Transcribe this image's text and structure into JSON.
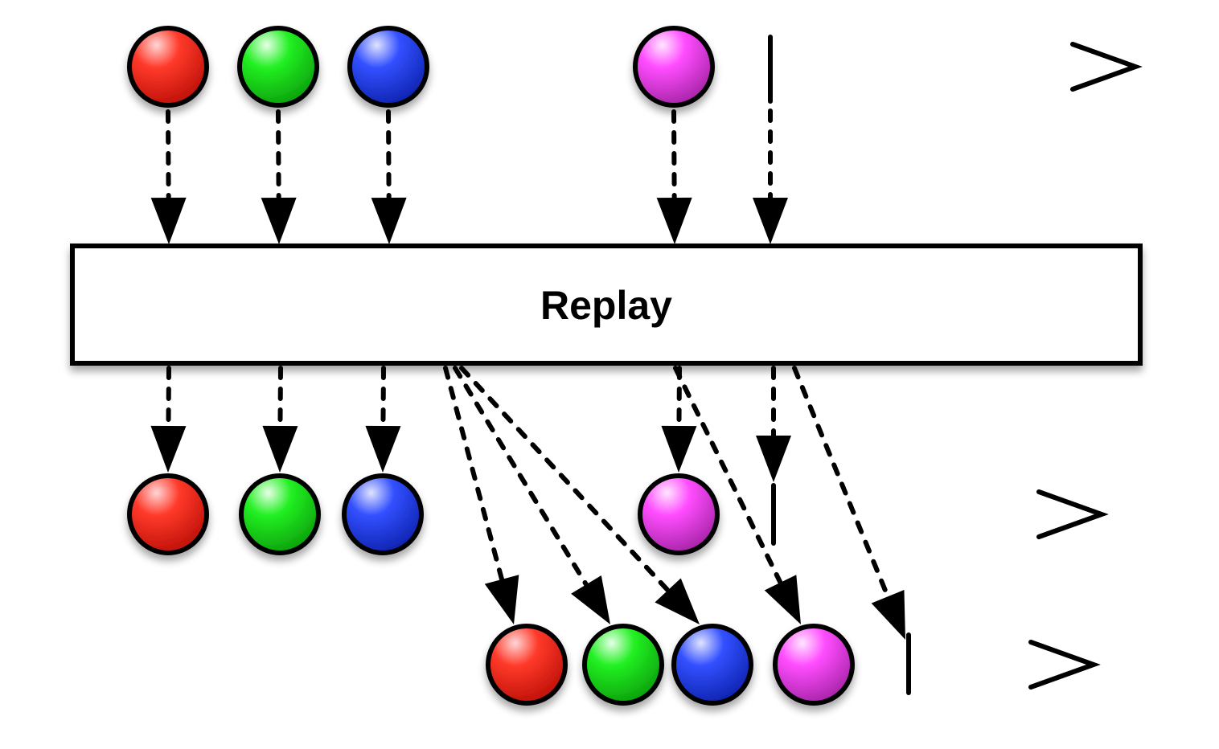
{
  "diagram": {
    "type": "marble",
    "operator": {
      "label": "Replay"
    },
    "colors": {
      "red": "#ff1a1a",
      "green": "#1aff1a",
      "blue": "#1a3cff",
      "magenta": "#ff40ff",
      "stroke": "#000000",
      "box_fill": "#ffffff"
    },
    "source": {
      "name": "source-timeline",
      "items": [
        {
          "name": "red",
          "color": "red"
        },
        {
          "name": "green",
          "color": "green"
        },
        {
          "name": "blue",
          "color": "blue"
        },
        {
          "name": "magenta",
          "color": "magenta"
        }
      ],
      "completes": true
    },
    "outputs": [
      {
        "name": "subscriber-1-timeline",
        "items": [
          {
            "name": "red",
            "color": "red"
          },
          {
            "name": "green",
            "color": "green"
          },
          {
            "name": "blue",
            "color": "blue"
          },
          {
            "name": "magenta",
            "color": "magenta"
          }
        ],
        "completes": true,
        "replayed": false
      },
      {
        "name": "subscriber-2-timeline",
        "items": [
          {
            "name": "red",
            "color": "red"
          },
          {
            "name": "green",
            "color": "green"
          },
          {
            "name": "blue",
            "color": "blue"
          },
          {
            "name": "magenta",
            "color": "magenta"
          }
        ],
        "completes": true,
        "replayed": true
      }
    ]
  }
}
